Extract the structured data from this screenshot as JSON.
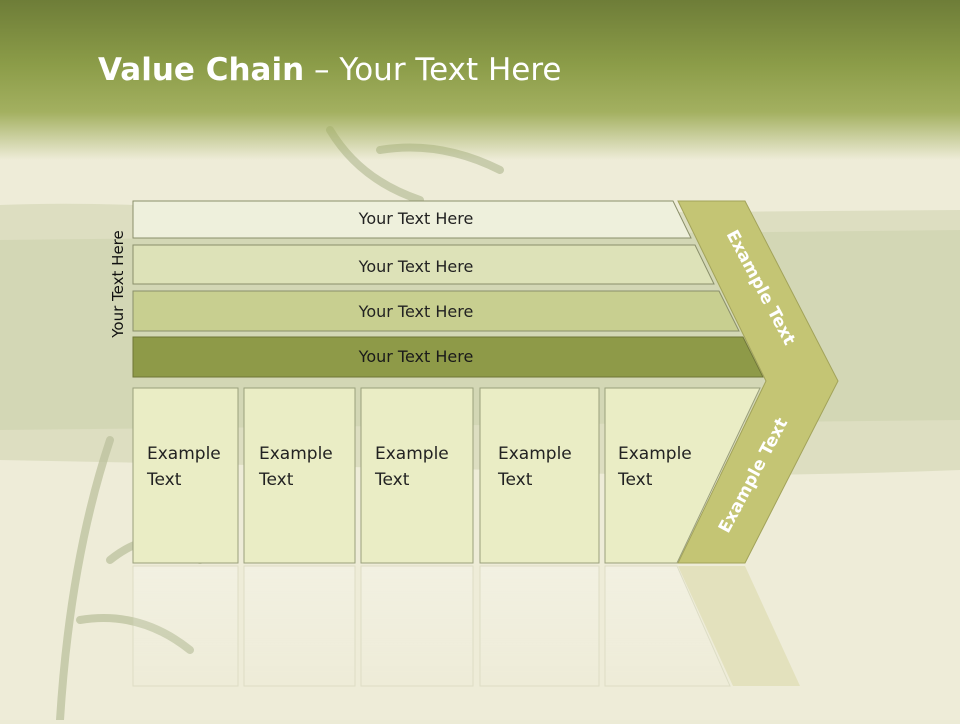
{
  "title": {
    "bold": "Value Chain",
    "rest": " – Your Text Here"
  },
  "side_label": "Your Text Here",
  "bars": [
    "Your Text Here",
    "Your Text Here",
    "Your Text Here",
    "Your Text Here"
  ],
  "boxes": [
    [
      "Example",
      "Text"
    ],
    [
      "Example",
      "Text"
    ],
    [
      "Example",
      "Text"
    ],
    [
      "Example",
      "Text"
    ],
    [
      "Example",
      "Text"
    ]
  ],
  "chevron": {
    "top": "Example Text",
    "bottom": "Example Text"
  },
  "colors": {
    "header": "#7d8c3e",
    "chevron": "#c4c574",
    "bar1": "#eef0dc",
    "bar2": "#dde2b8",
    "bar3": "#c8cf90",
    "bar4": "#8e9a48",
    "box": "#eaedc5"
  }
}
